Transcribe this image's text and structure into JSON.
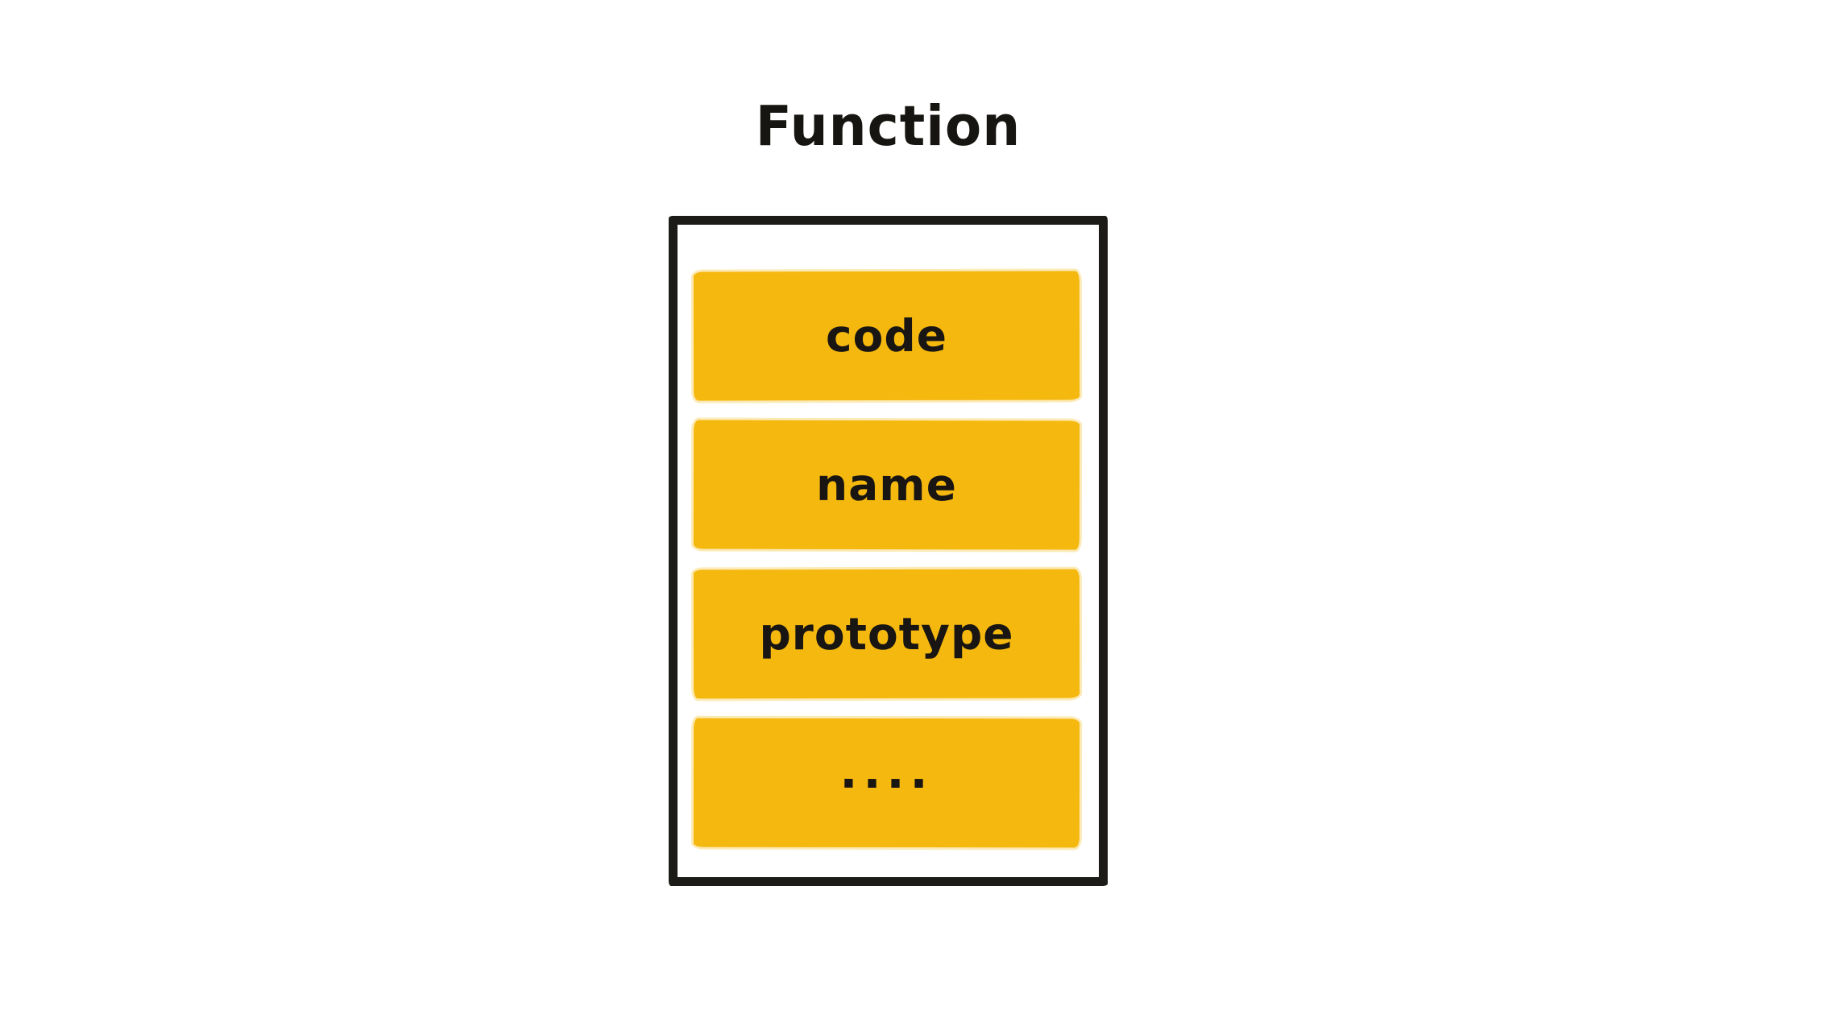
{
  "diagram": {
    "title": "Function",
    "slots": [
      {
        "label": "code"
      },
      {
        "label": "name"
      },
      {
        "label": "prototype"
      },
      {
        "label": "...."
      }
    ],
    "colors": {
      "slot_fill": "#f5b80f",
      "outline": "#1d1b18",
      "text": "#181512",
      "background": "#ffffff"
    }
  }
}
